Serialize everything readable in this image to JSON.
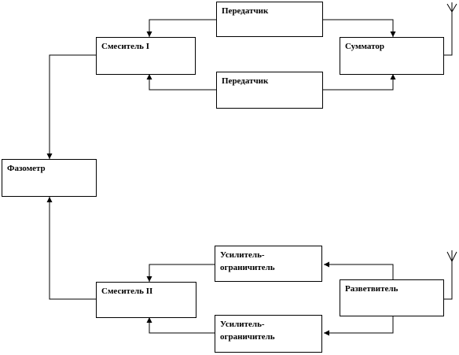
{
  "blocks": {
    "tx1": "Передатчик",
    "tx2": "Передатчик",
    "mixer1": "Смеситель I",
    "combiner": "Сумматор",
    "phasemeter": "Фазометр",
    "amp1_line1": "Усилитель-",
    "amp1_line2": "ограничитель",
    "amp2_line1": "Усилитель-",
    "amp2_line2": "ограничитель",
    "mixer2": "Смеситель II",
    "splitter": "Разветвитель"
  },
  "icons": {
    "tx_antenna": "antenna-icon",
    "rx_antenna": "antenna-icon"
  }
}
